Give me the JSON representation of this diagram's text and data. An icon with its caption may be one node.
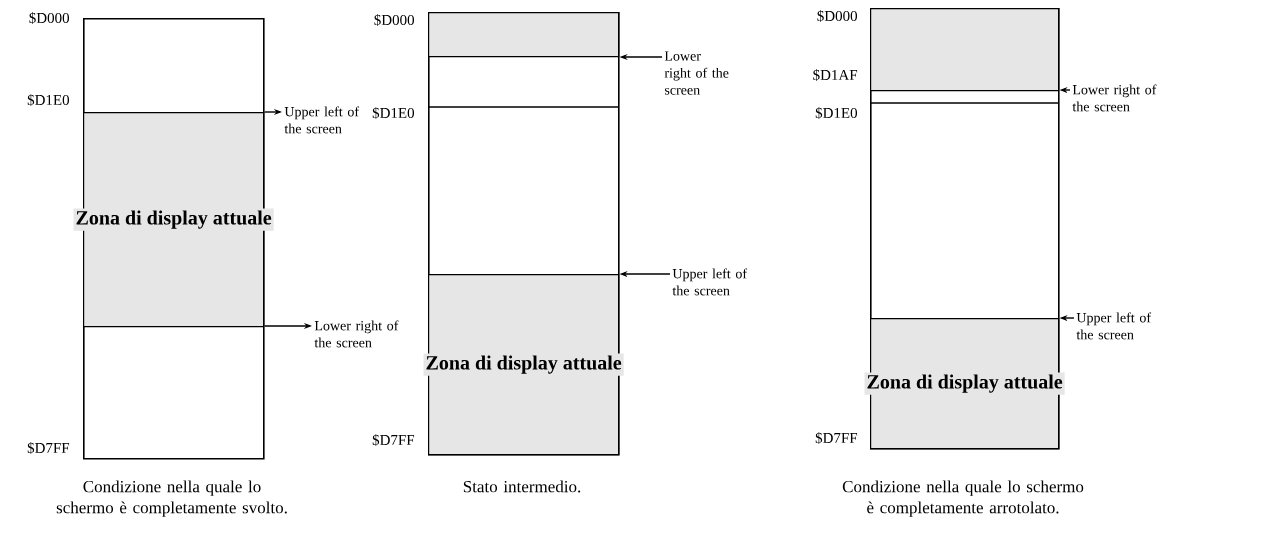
{
  "diagram": {
    "nodes": [
      {
        "text": [],
        "shape": "box",
        "beside": [
          "Condizione nella quale lo schermo è completamente svolto."
        ]
      },
      {
        "text": [
          "Zona di display attuale"
        ],
        "in": 0
      },
      {
        "text": [
          "Upper left of the screen"
        ]
      },
      {
        "text": [
          "Lower right of the screen"
        ]
      },
      {
        "text": [],
        "shape": "box",
        "beside": [
          "Stato intermedio."
        ]
      },
      {
        "text": [],
        "shape": "box",
        "in": 4
      },
      {
        "text": [
          "Zona di display attuale"
        ],
        "in": 4
      },
      {
        "text": [
          "Lower right of the screen"
        ]
      },
      {
        "text": [
          "Upper left of the screen"
        ]
      },
      {
        "text": [],
        "shape": "box",
        "beside": [
          "Condizione nella quale lo schermo è completamente arrotolato."
        ]
      },
      {
        "text": [],
        "shape": "box",
        "in": 9
      },
      {
        "text": [
          "Zona di display attuale"
        ],
        "in": 9
      },
      {
        "text": [
          "Lower right of the screen"
        ]
      },
      {
        "text": [
          "Upper left of the screen"
        ]
      }
    ],
    "edges": [
      {
        "from": 0,
        "to": 2,
        "arrow": "to"
      },
      {
        "from": 0,
        "to": 3,
        "arrow": "to"
      },
      {
        "from": 7,
        "to": 4,
        "arrow": "to"
      },
      {
        "from": 8,
        "to": 4,
        "arrow": "to"
      },
      {
        "from": 12,
        "to": 9,
        "arrow": "to"
      },
      {
        "from": 13,
        "to": 9,
        "arrow": "to"
      }
    ],
    "labels": [
      "$D000",
      "$D1E0",
      "$D7FF",
      "$D000",
      "$D1E0",
      "$D7FF",
      "$D000",
      "$D1AF",
      "$D1E0",
      "$D7FF"
    ]
  }
}
